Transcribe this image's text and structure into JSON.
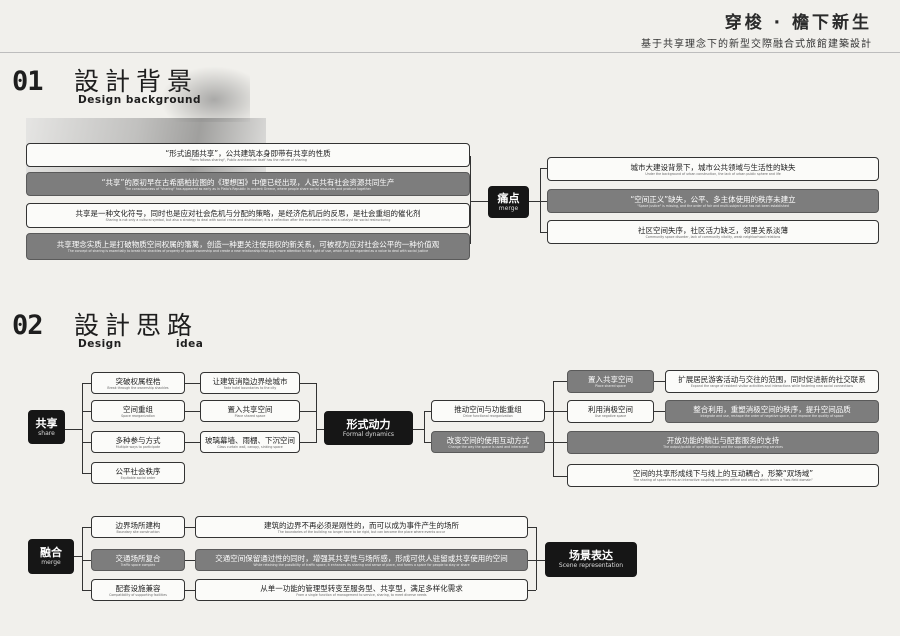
{
  "header": {
    "title": "穿梭 · 檐下新生",
    "subtitle": "基于共享理念下的新型交際融合式旅館建築設計"
  },
  "section1": {
    "num": "01",
    "title": "設計背景",
    "en": "Design background",
    "left_items": [
      {
        "zh": "“形式追随共享”，公共建筑本身即带有共享的性质",
        "en": "\"Form follows sharing\", Public architecture itself has the nature of sharing"
      },
      {
        "zh": "“共享”的原初早在古希腊柏拉图的《理想国》中便已经出现，人民共有社会资源共同生产",
        "en": "The consciousness of \"sharing\" has appeared as early as in Plato's Republic in ancient Greece, where people share social resources and produce together"
      },
      {
        "zh": "共享是一种文化符号，同时也是应对社会危机与分配的策略，是经济危机后的反思，是社会重组的催化剂",
        "en": "Sharing is not only a cultural symbol, but also a strategy to deal with social crises and distribution; it is a reflection after the economic crisis and a catalyst for social restructuring"
      },
      {
        "zh": "共享理念实质上是打破物质空间权属的籓篱，创造一种更关注使用权的新关系，可被视为应对社会公平的一种价值观",
        "en": "The concept of sharing is essentially to break the shackles of property of space ownership and create a new relationship that pays more attention to the right of use, which can be regarded as a value to deal with social justice"
      }
    ],
    "hub": {
      "zh": "痛点",
      "en": "merge"
    },
    "right_items": [
      {
        "zh": "城市大建设背景下，城市公共领域与生活性的缺失",
        "en": "Under the background of urban construction, the lack of urban public sphere and life"
      },
      {
        "zh": "“空间正义”缺失，公平、多主体使用的秩序未建立",
        "en": "\"Space justice\" is missing, and the order of fair and multi-subject use has not been established"
      },
      {
        "zh": "社区空间失序，社区活力缺乏，邻里关系淡薄",
        "en": "Community space disorder, lack of community vitality, weak neighborhood relations"
      }
    ]
  },
  "section2": {
    "num": "02",
    "title": "設計思路",
    "en_left": "Design",
    "en_right": "idea",
    "share": {
      "zh": "共享",
      "en": "share"
    },
    "share_items": [
      {
        "zh": "突破权属桎梏",
        "en": "Break through the ownership shackles"
      },
      {
        "zh": "空间重组",
        "en": "Space reorganization"
      },
      {
        "zh": "多种参与方式",
        "en": "Multiple ways to participate"
      },
      {
        "zh": "公平社会秩序",
        "en": "Equitable social order"
      }
    ],
    "mid_items": [
      {
        "zh": "让建筑消隐边界绘城市",
        "en": "Fade hotel boundaries to the city"
      },
      {
        "zh": "置入共享空间",
        "en": "Place shared space"
      },
      {
        "zh": "玻璃幕墙、雨棚、下沉空间",
        "en": "Glass curtain wall, canopy, sinking space"
      }
    ],
    "formal": {
      "zh": "形式动力",
      "en": "Formal dynamics"
    },
    "formal_items": [
      {
        "zh": "推动空间与功能重组",
        "en": "Drive functional reorganization"
      },
      {
        "zh": "改变空间的使用互动方式",
        "en": "Change the way the space is used and interacted"
      }
    ],
    "r1": [
      {
        "zh": "置入共享空间",
        "en": "Place shared space"
      },
      {
        "zh": "利用消极空间",
        "en": "Use negative space"
      }
    ],
    "r2": [
      {
        "zh": "扩展居民游客活动与交往的范围，同时促进新的社交联系",
        "en": "Expand the range of resident visitor activities and interactions while fostering new social connections"
      },
      {
        "zh": "整合利用，重塑消极空间的秩序，提升空间品质",
        "en": "Integrate and use, reshape the order of negative space, and improve the quality of space"
      },
      {
        "zh": "开放功能的輸出与配套服务的支持",
        "en": "The output/public of open functions and the support of supporting services"
      },
      {
        "zh": "空间的共享形成线下与线上的互动耦合，形築“双场域”",
        "en": "The sharing of space forms an interactive coupling between offline and online, which forms a \"two-field domain\""
      }
    ],
    "merge": {
      "zh": "融合",
      "en": "merge"
    },
    "merge_items": [
      {
        "zh": "边界场所建构",
        "en": "Boundary site construction"
      },
      {
        "zh": "交通场所复合",
        "en": "Traffic space complex"
      },
      {
        "zh": "配套设施兼容",
        "en": "Compatibility of supporting facilities"
      }
    ],
    "merge_desc": [
      {
        "zh": "建筑的边界不再必须是刚性的，而可以成为事件产生的场所",
        "en": "The boundaries of the building no longer have to be rigid, but can become the place where events occur"
      },
      {
        "zh": "交通空间保留通过性的同时，增强其共享性与场所感，形成可供人驻留或共享使用的空间",
        "en": "While retaining the possibility of traffic space, it enhances its sharing and sense of place, and forms a space for people to stay or share"
      },
      {
        "zh": "从单一功能的管理型转变至服务型、共享型，满足多样化需求",
        "en": "From a single function of management to service, sharing, to meet diverse needs"
      }
    ],
    "scene": {
      "zh": "场景表达",
      "en": "Scene representation"
    }
  }
}
